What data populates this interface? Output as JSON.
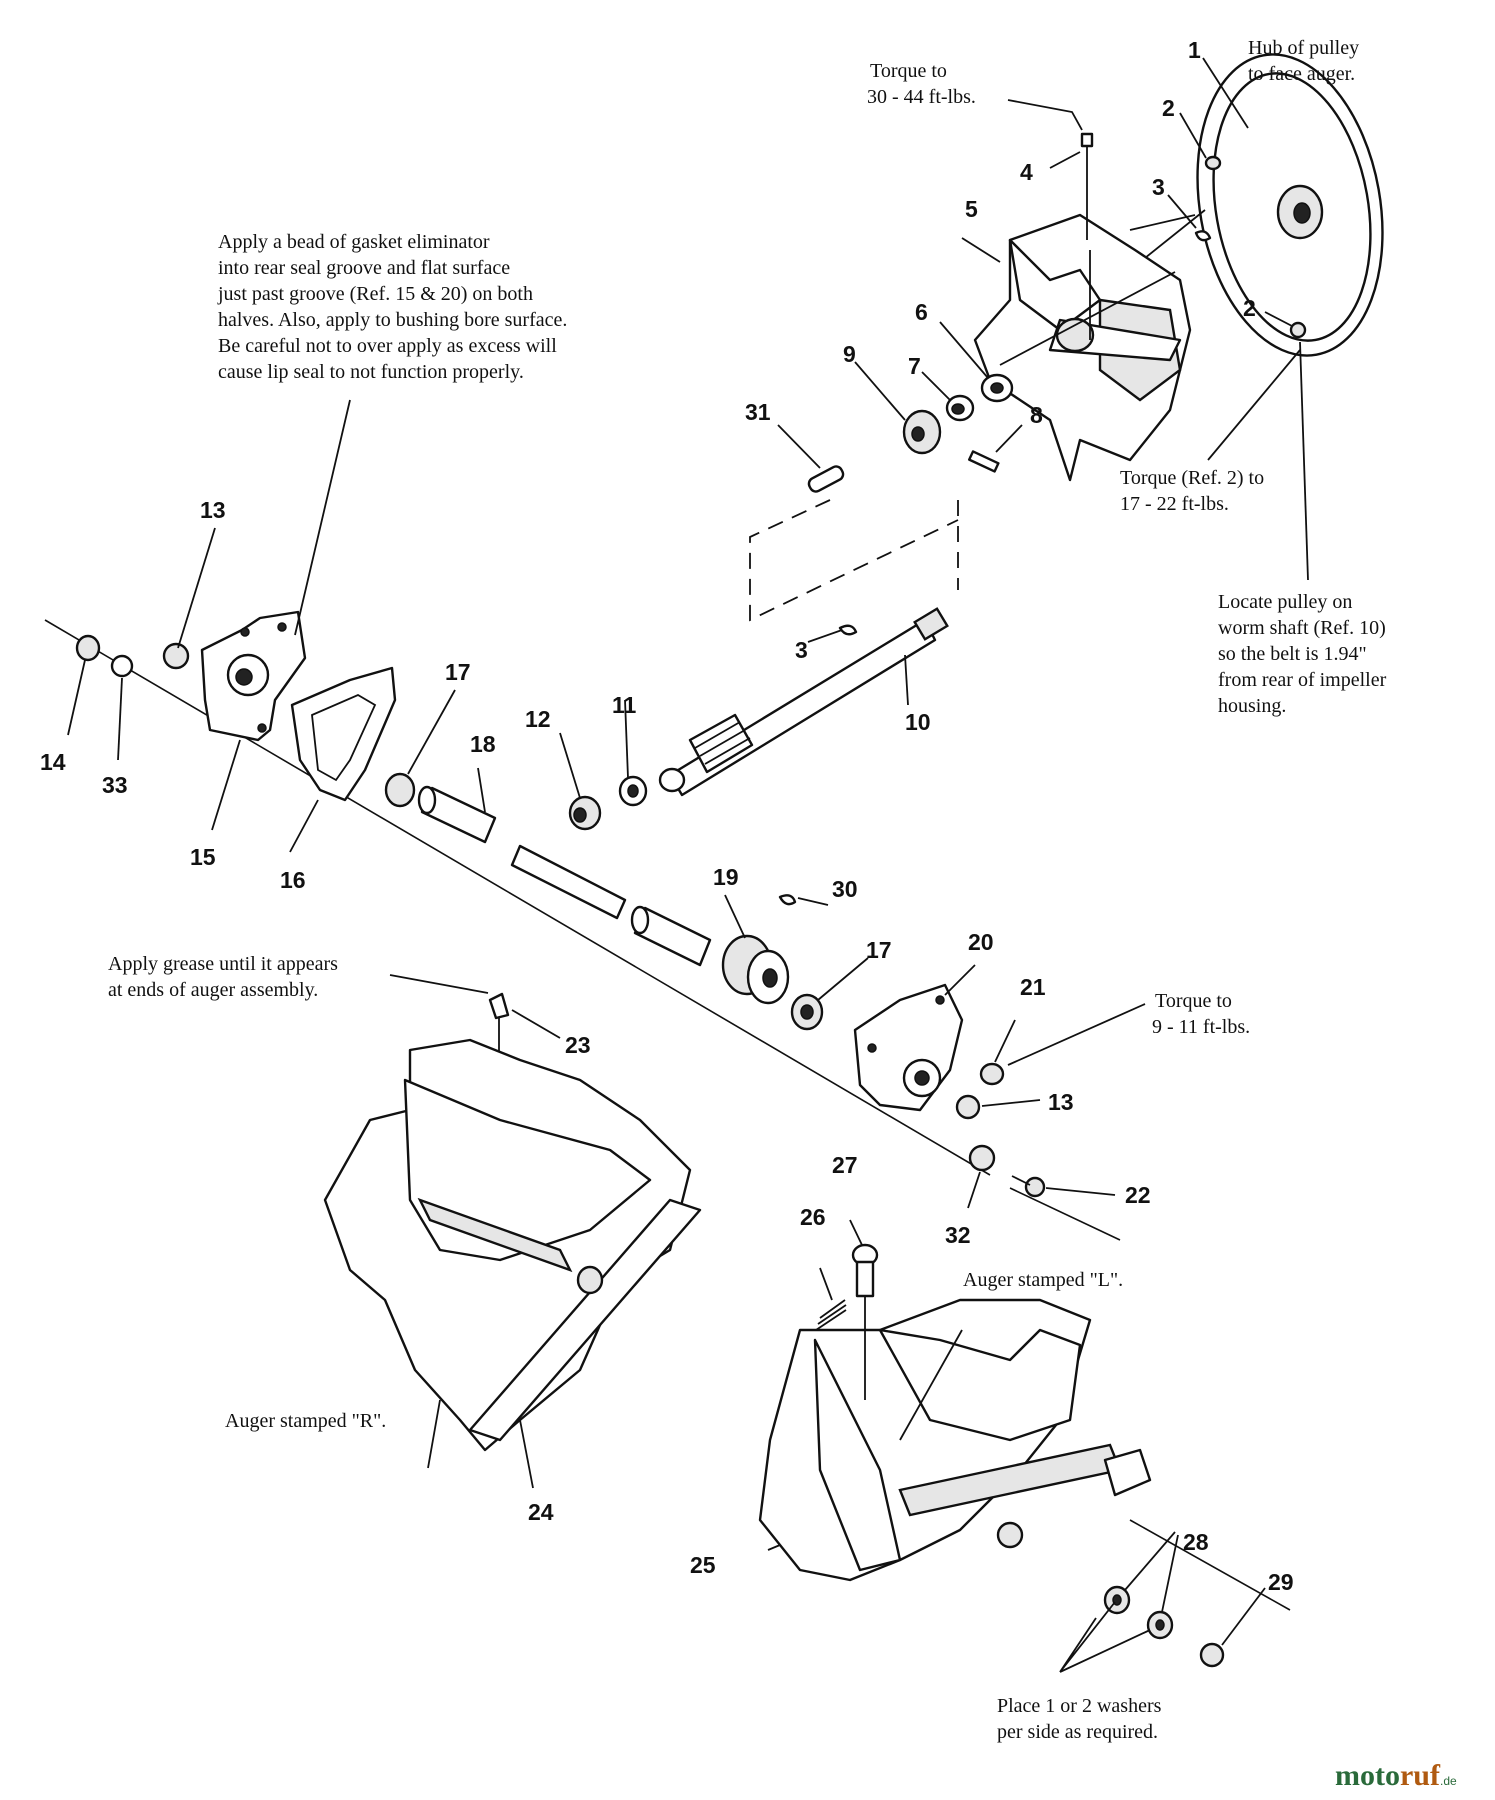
{
  "notes": {
    "gasket": [
      "Apply a bead of gasket eliminator",
      "into rear seal groove and flat surface",
      "just past groove (Ref. 15 & 20) on both",
      "halves. Also, apply to bushing bore surface.",
      "Be careful not to over apply as excess will",
      "cause lip seal to not function properly."
    ],
    "torque_top": [
      "Torque to",
      "30 - 44 ft-lbs."
    ],
    "hub": [
      "Hub of pulley",
      "to face auger."
    ],
    "torque_ref2": [
      "Torque (Ref. 2) to",
      "17 - 22 ft-lbs."
    ],
    "locate_pulley": [
      "Locate pulley on",
      "worm shaft  (Ref. 10)",
      "so the belt is 1.94\"",
      "from rear of impeller",
      "housing."
    ],
    "grease": [
      "Apply grease until it appears",
      "at ends of auger assembly."
    ],
    "torque_mid": [
      "Torque to",
      "9 - 11 ft-lbs."
    ],
    "auger_l": "Auger stamped \"L\".",
    "auger_r": "Auger stamped \"R\".",
    "washers": [
      "Place 1 or 2 washers",
      "per side as required."
    ]
  },
  "callouts": {
    "c1": "1",
    "c2a": "2",
    "c2b": "2",
    "c3a": "3",
    "c3b": "3",
    "c4": "4",
    "c5": "5",
    "c6": "6",
    "c7": "7",
    "c8": "8",
    "c9": "9",
    "c10": "10",
    "c11": "11",
    "c12": "12",
    "c13a": "13",
    "c13b": "13",
    "c14": "14",
    "c15": "15",
    "c16": "16",
    "c17a": "17",
    "c17b": "17",
    "c18": "18",
    "c19": "19",
    "c20": "20",
    "c21": "21",
    "c22": "22",
    "c23": "23",
    "c24": "24",
    "c25": "25",
    "c26": "26",
    "c27": "27",
    "c28": "28",
    "c29": "29",
    "c30": "30",
    "c31": "31",
    "c32": "32",
    "c33": "33"
  },
  "watermark": {
    "part1": "moto",
    "part2": "ruf",
    "suffix": ".de"
  }
}
